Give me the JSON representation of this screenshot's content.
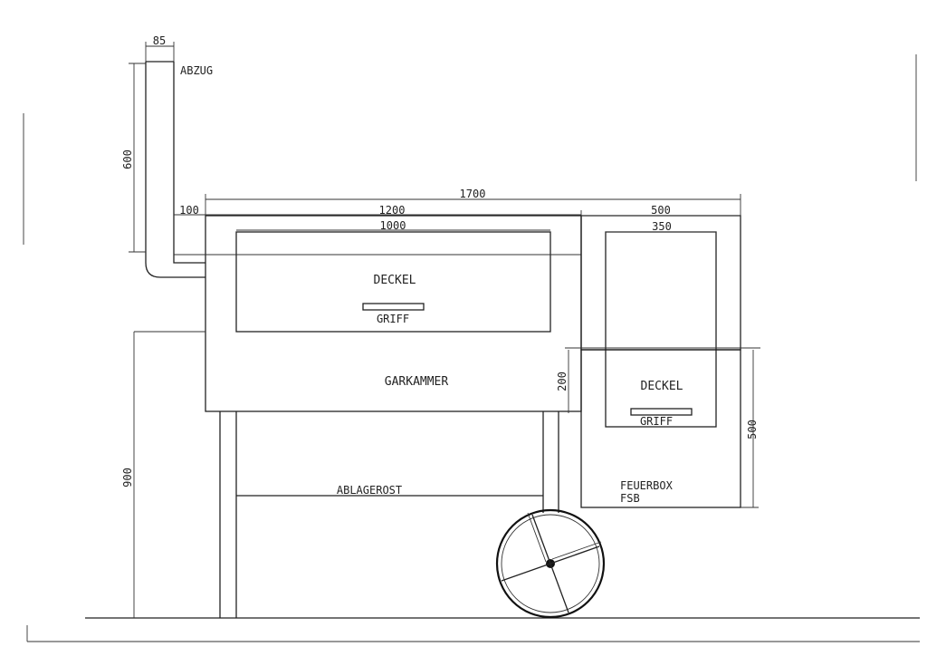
{
  "labels": {
    "abzug": "ABZUG",
    "deckel_main": "DECKEL",
    "griff_main": "GRIFF",
    "garkammer": "GARKAMMER",
    "ablagerost": "ABLAGEROST",
    "deckel_firebox": "DECKEL",
    "griff_firebox": "GRIFF",
    "feuerbox": "FEUERBOX",
    "fsb": "FSB"
  },
  "dimensions": {
    "chimney_width": "85",
    "chimney_height": "600",
    "chimney_offset": "100",
    "total_length": "1700",
    "chamber_length": "1200",
    "lid_length": "1000",
    "firebox_length": "500",
    "firebox_lid_length": "350",
    "firebox_upper_height": "200",
    "firebox_height": "500",
    "stand_height": "900"
  },
  "colors": {
    "line": "#222222",
    "background": "#ffffff"
  }
}
